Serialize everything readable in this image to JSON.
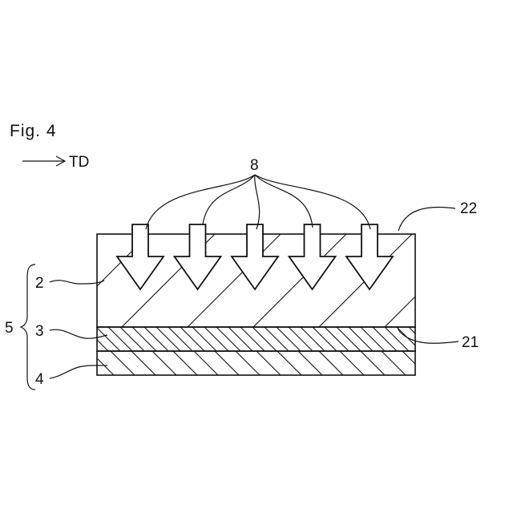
{
  "figure": {
    "title": "Fig. 4"
  },
  "direction": {
    "label": "TD"
  },
  "labels": {
    "arrows": "8",
    "top_surface": "22",
    "layer_2": "2",
    "layer_3": "3",
    "layer_4": "4",
    "laminate": "5",
    "interface": "21"
  },
  "arrow_count": 5
}
